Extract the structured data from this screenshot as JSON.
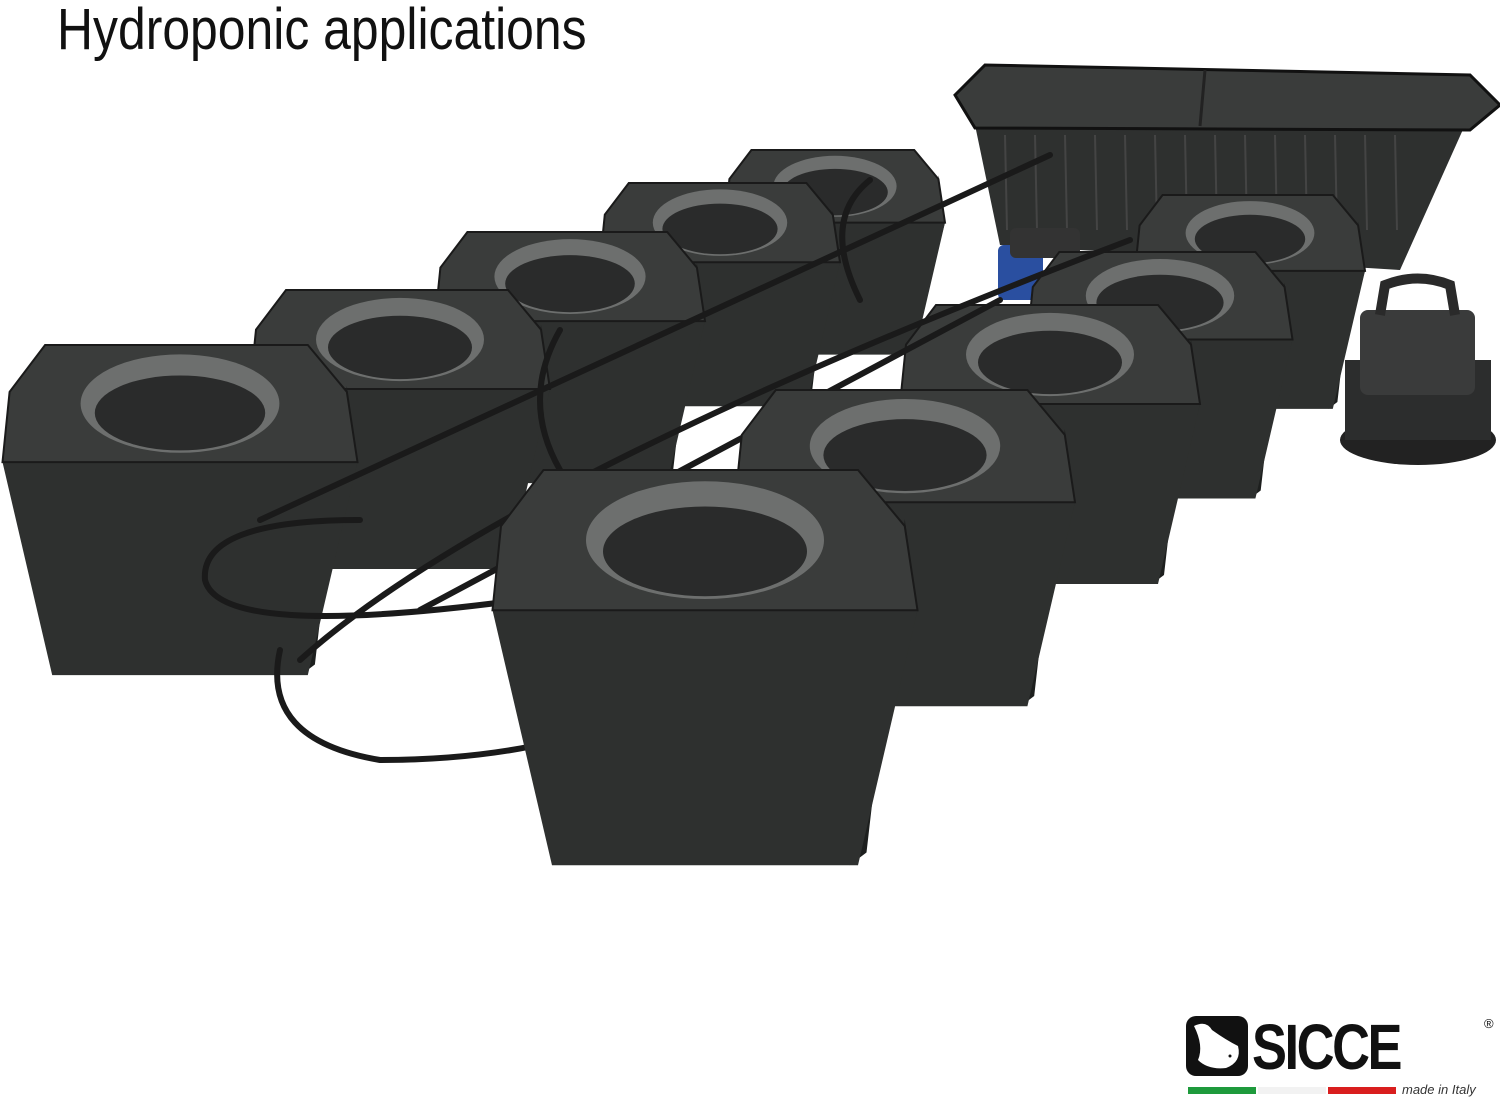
{
  "header": {
    "title": "Hydroponic applications"
  },
  "brand": {
    "name": "SICCE",
    "registered": "®",
    "tagline": "made in Italy",
    "flag_colors": [
      "#1e9a3c",
      "#f2f2f2",
      "#d91e1e"
    ]
  },
  "colors": {
    "pot": "#2e302f",
    "pot_dark": "#1d1f1e",
    "pot_top": "#3a3c3b",
    "tube": "#1a1a1a",
    "pump_blue": "#2a4fa0"
  }
}
